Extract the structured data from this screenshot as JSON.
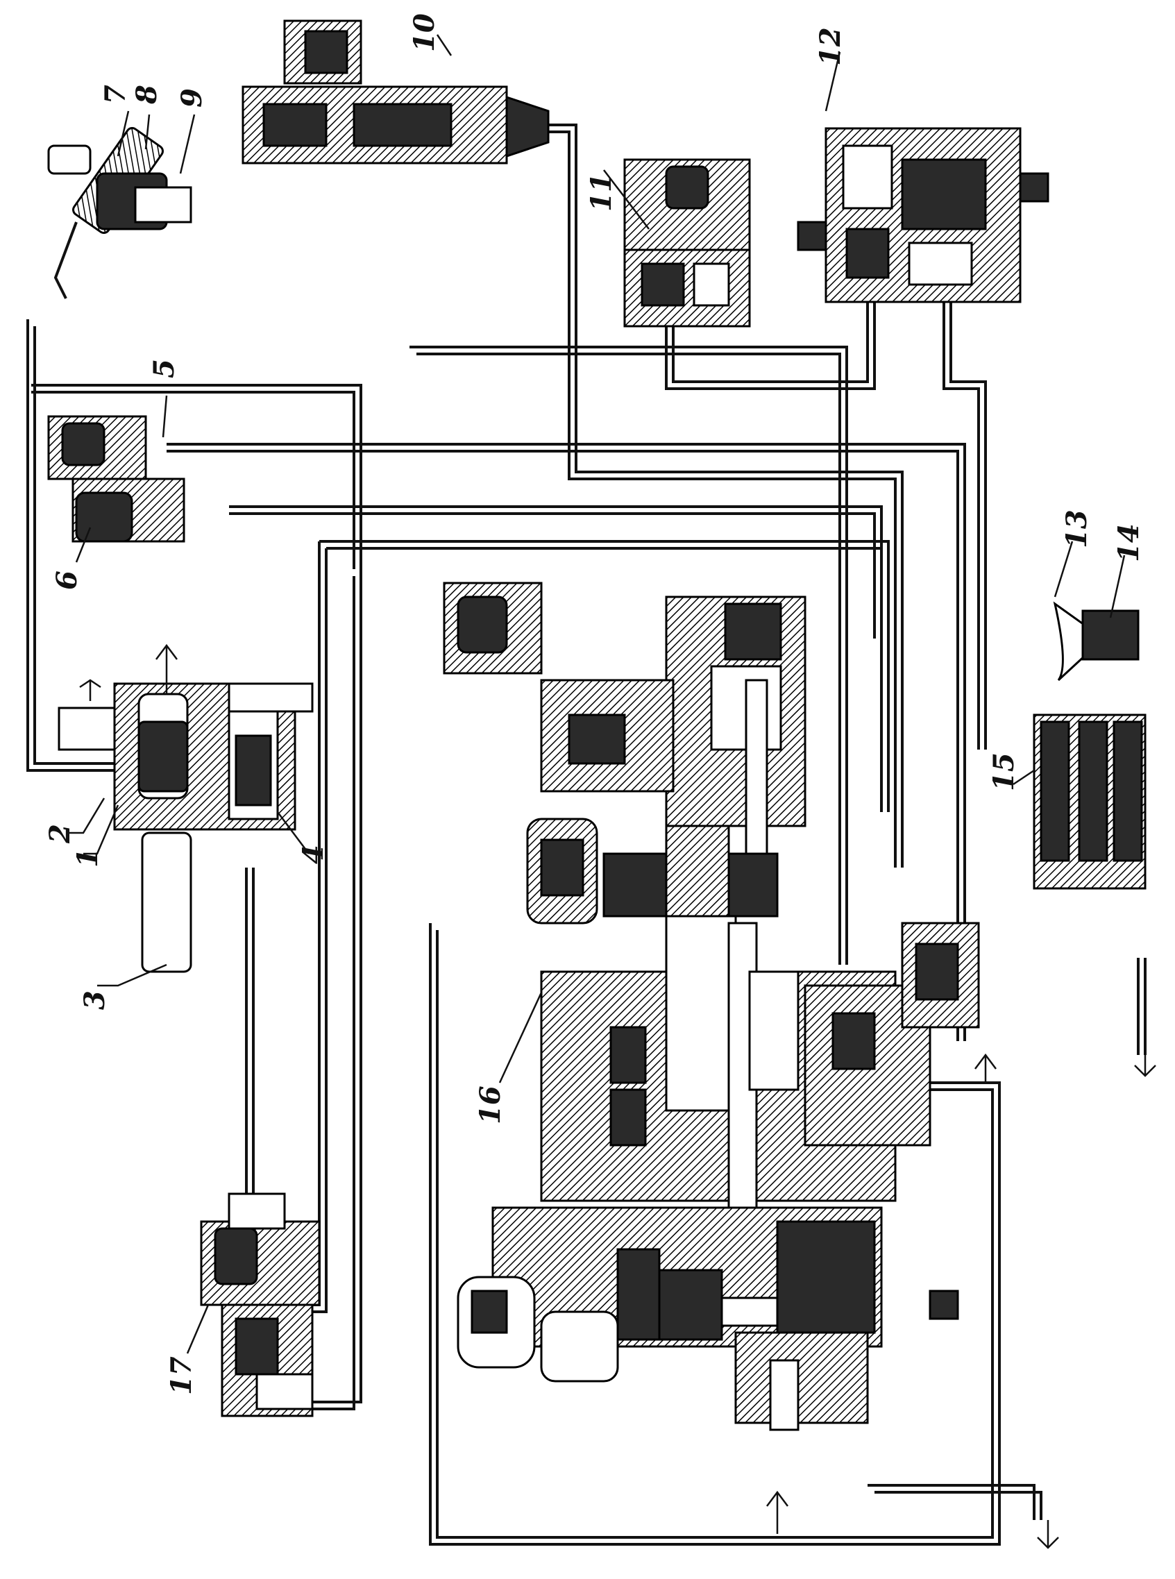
{
  "labels": {
    "n1": "1",
    "n2": "2",
    "n3": "3",
    "n4": "4",
    "n5": "5",
    "n6": "6",
    "n7": "7",
    "n8": "8",
    "n9": "9",
    "n10": "10",
    "n11": "11",
    "n12": "12",
    "n13": "13",
    "n14": "14",
    "n15": "15",
    "n16": "16",
    "n17": "17"
  },
  "colors": {
    "ink": "#111111",
    "paper": "#ffffff",
    "hatch": "#2a2a2a"
  }
}
